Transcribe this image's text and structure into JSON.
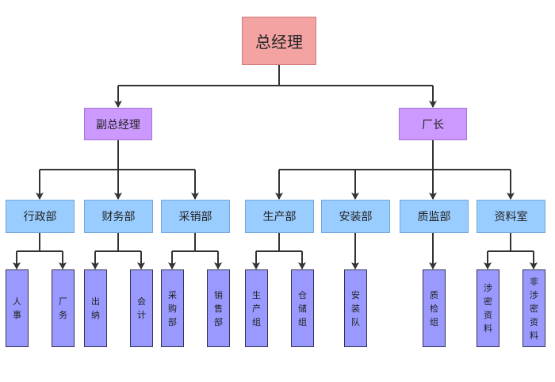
{
  "root": {
    "label": "总经理"
  },
  "level2": [
    {
      "label": "副总经理"
    },
    {
      "label": "厂长"
    }
  ],
  "departments": [
    {
      "label": "行政部"
    },
    {
      "label": "财务部"
    },
    {
      "label": "采销部"
    },
    {
      "label": "生产部"
    },
    {
      "label": "安装部"
    },
    {
      "label": "质监部"
    },
    {
      "label": "资料室"
    }
  ],
  "units": [
    {
      "label": "人事"
    },
    {
      "label": "厂务"
    },
    {
      "label": "出纳"
    },
    {
      "label": "会计"
    },
    {
      "label": "采购部"
    },
    {
      "label": "销售部"
    },
    {
      "label": "生产组"
    },
    {
      "label": "仓储组"
    },
    {
      "label": "安装队"
    },
    {
      "label": "质检组"
    },
    {
      "label": "涉密资料"
    },
    {
      "label": "非涉密资料"
    }
  ],
  "colors": {
    "root": "#f4a3a3",
    "level2": "#cc99ff",
    "department": "#99ccff",
    "unit": "#9999ff",
    "connector": "#333333"
  }
}
